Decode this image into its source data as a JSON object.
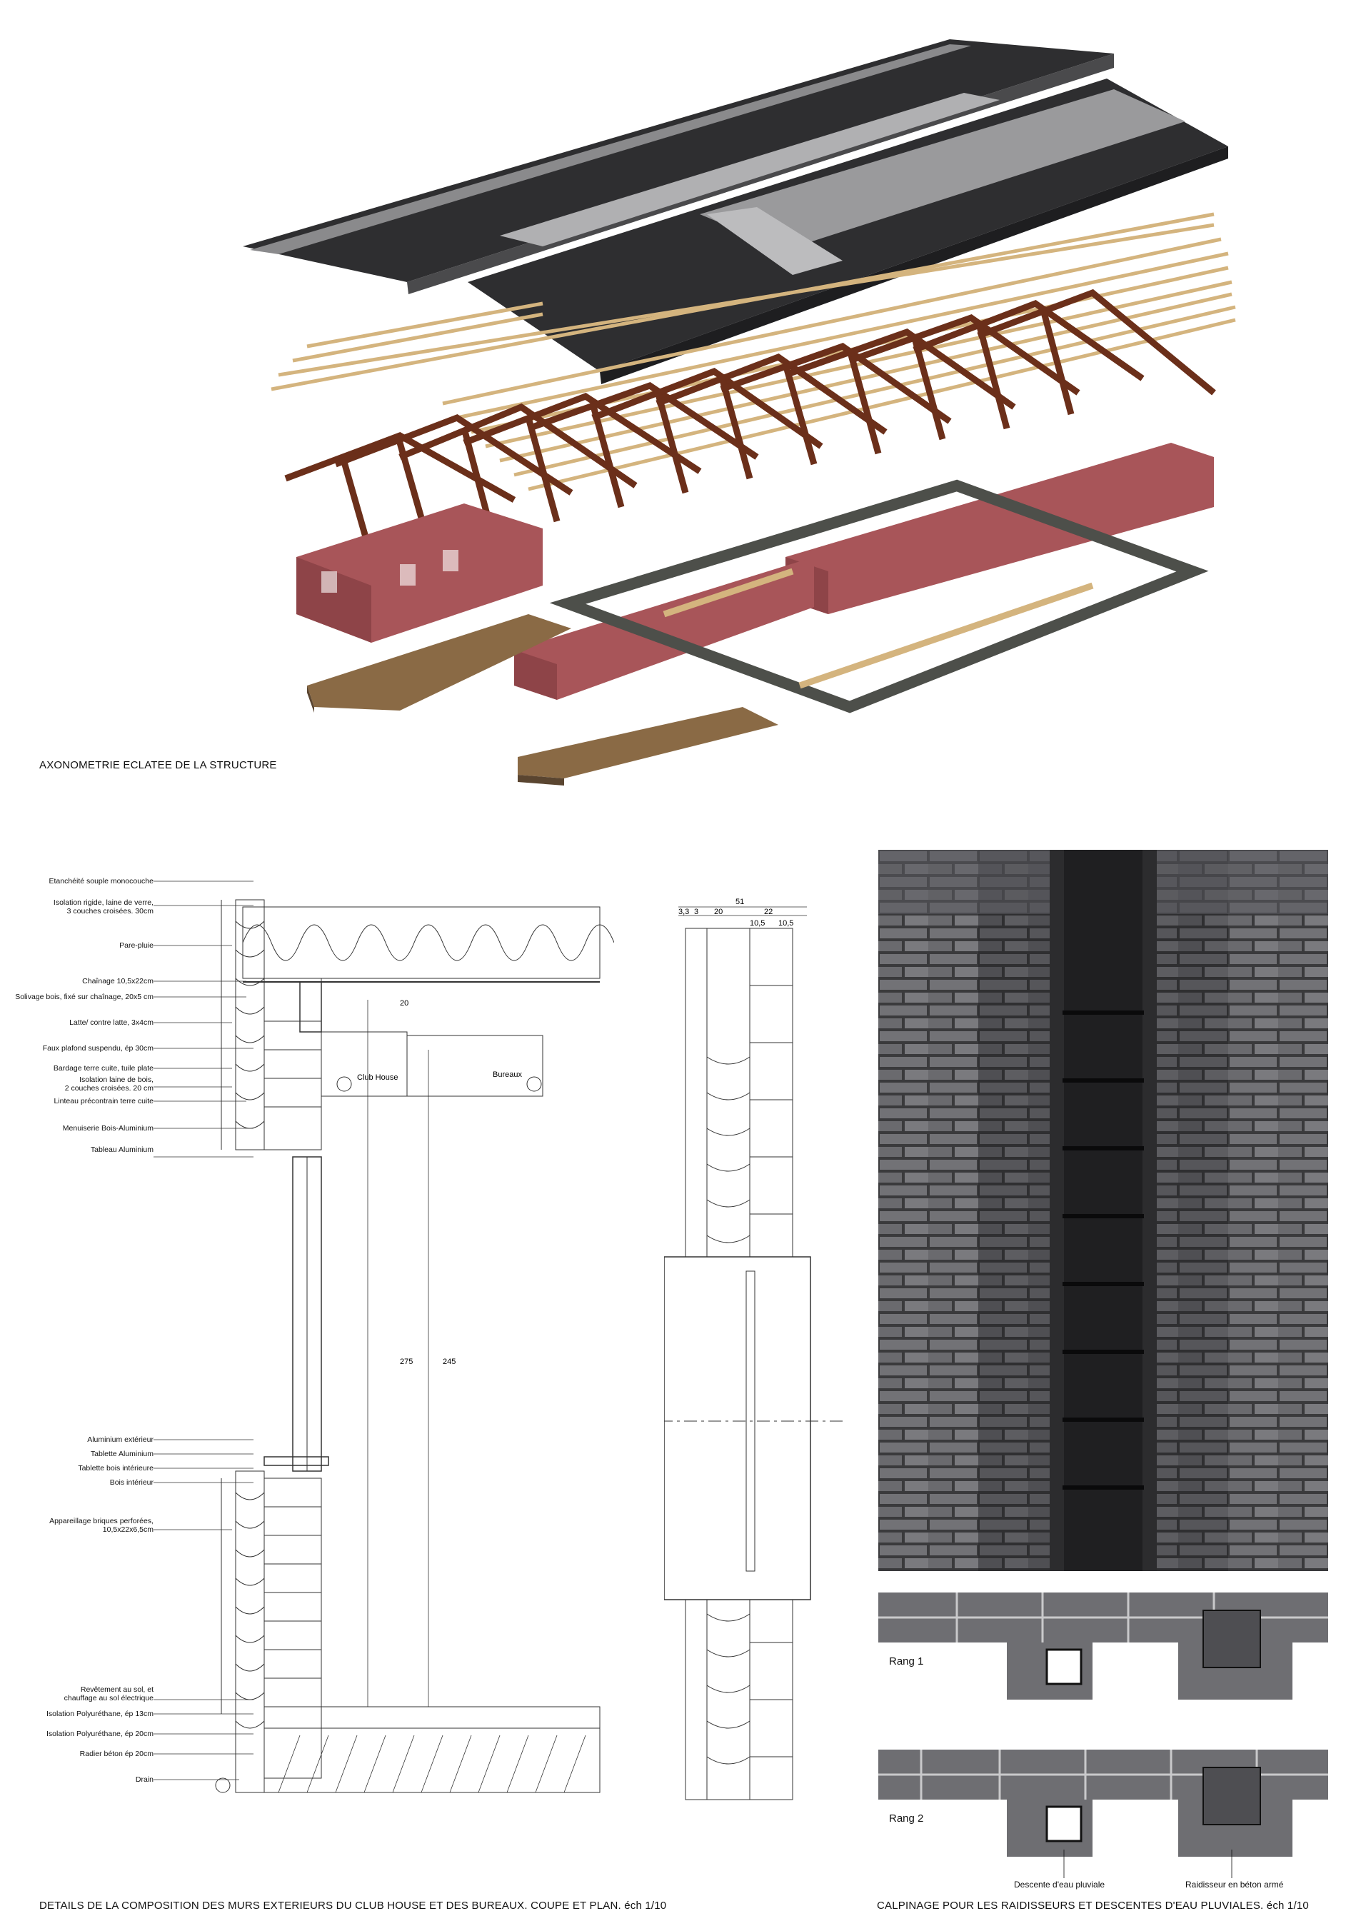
{
  "captions": {
    "axonometry": "AXONOMETRIE ECLATEE DE LA STRUCTURE",
    "wall_detail": "DETAILS DE LA COMPOSITION DES MURS EXTERIEURS DU CLUB HOUSE ET DES BUREAUX. COUPE ET PLAN. éch 1/10",
    "calepinage": "CALPINAGE POUR LES RAIDISSEURS ET DESCENTES D'EAU PLUVIALES. éch 1/10"
  },
  "section_labels": [
    "Etanchéité souple monocouche",
    "Isolation rigide, laine de verre,\n3 couches croisées. 30cm",
    "Pare-pluie",
    "Chaînage 10,5x22cm",
    "Solivage bois, fixé sur chaînage, 20x5 cm",
    "Latte/ contre latte, 3x4cm",
    "Faux plafond suspendu, ép 30cm",
    "Bardage terre cuite, tuile plate",
    "Isolation laine de bois,\n2 couches croisées. 20 cm",
    "Linteau précontrain terre cuite",
    "Menuiserie Bois-Aluminium",
    "Tableau Aluminium",
    "Aluminium extérieur",
    "Tablette Aluminium",
    "Tablette bois intérieure",
    "Bois intérieur",
    "Appareillage briques perforées,\n10,5x22x6,5cm",
    "Revêtement au sol, et\nchauffage au sol électrique",
    "Isolation Polyuréthane, ép 13cm",
    "Isolation Polyuréthane, ép 20cm",
    "Radier béton ép 20cm",
    "Drain"
  ],
  "rooms": {
    "club_house": "Club House",
    "bureaux": "Bureaux"
  },
  "dimensions": {
    "ceiling": "20",
    "height_a": "275",
    "height_b": "245",
    "plan_total": "51",
    "plan_a": "3,3",
    "plan_b": "3",
    "plan_c": "20",
    "plan_d": "22",
    "plan_e": "10,5",
    "plan_f": "10,5"
  },
  "rows": {
    "rang1": "Rang 1",
    "rang2": "Rang 2"
  },
  "legend": {
    "downpipe": "Descente d'eau pluviale",
    "stiffener": "Raidisseur en béton armé"
  },
  "colors": {
    "roof_dark": "#2e2e30",
    "roof_light": "#9a9a9c",
    "timber": "#d4b47e",
    "truss": "#6b2f1a",
    "wall": "#a85559",
    "floor": "#8a6a45",
    "foundation": "#4d4f4a",
    "brick": "#6e6e72"
  }
}
